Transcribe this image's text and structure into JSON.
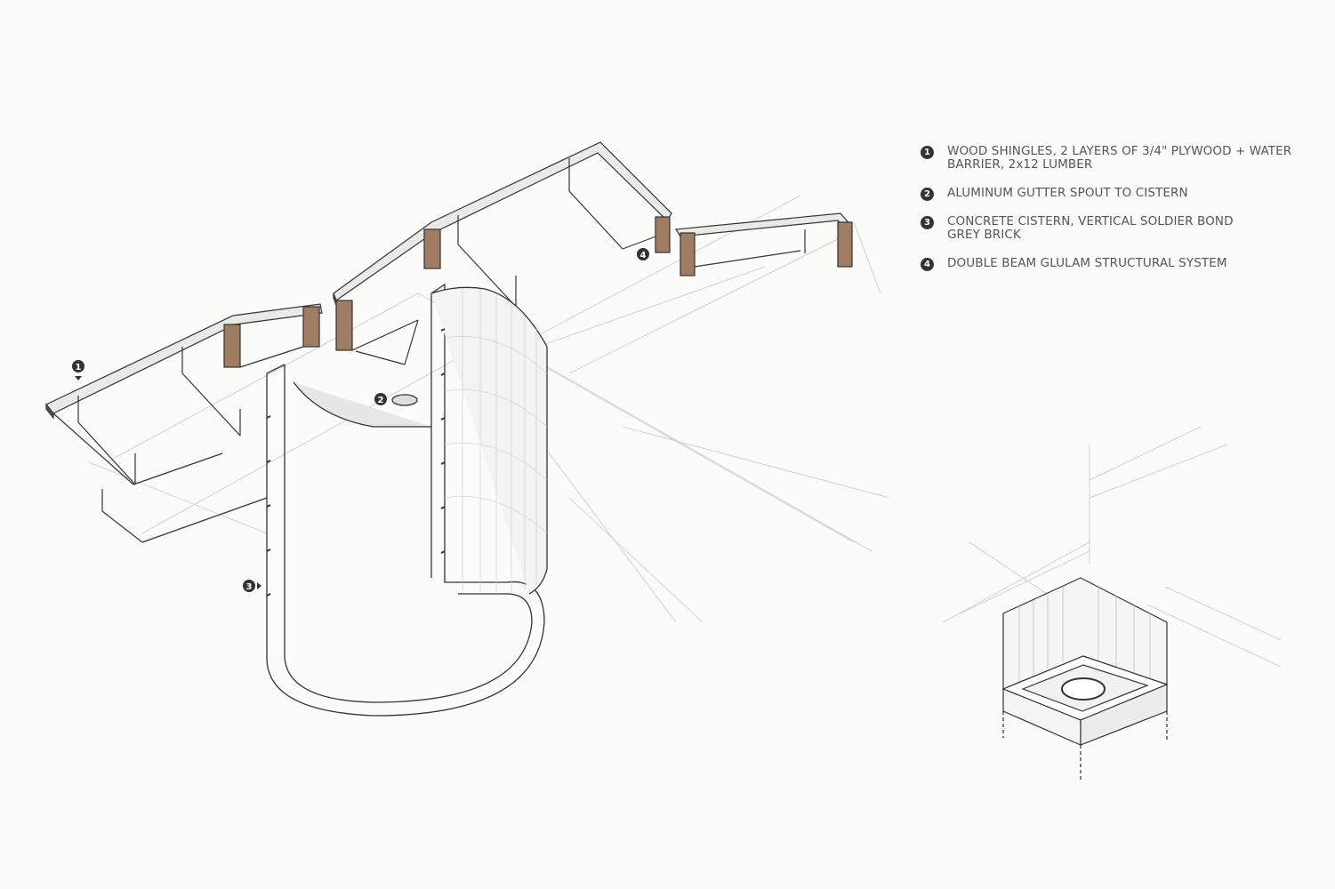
{
  "legend": {
    "items": [
      {
        "number": "1",
        "text": "WOOD SHINGLES, 2 LAYERS OF 3/4\" PLYWOOD + WATER\nBARRIER, 2x12 LUMBER"
      },
      {
        "number": "2",
        "text": "ALUMINUM GUTTER SPOUT TO CISTERN"
      },
      {
        "number": "3",
        "text": "CONCRETE CISTERN, VERTICAL SOLDIER BOND\nGREY BRICK"
      },
      {
        "number": "4",
        "text": "DOUBLE BEAM GLULAM STRUCTURAL SYSTEM"
      }
    ]
  },
  "callouts": {
    "c1": "1",
    "c2": "2",
    "c3": "3",
    "c4": "4"
  },
  "colors": {
    "paper": "#fbfbfa",
    "line": "#333333",
    "faint": "#b8b8b8",
    "hatch": "#8a6a55",
    "text": "#555555"
  }
}
